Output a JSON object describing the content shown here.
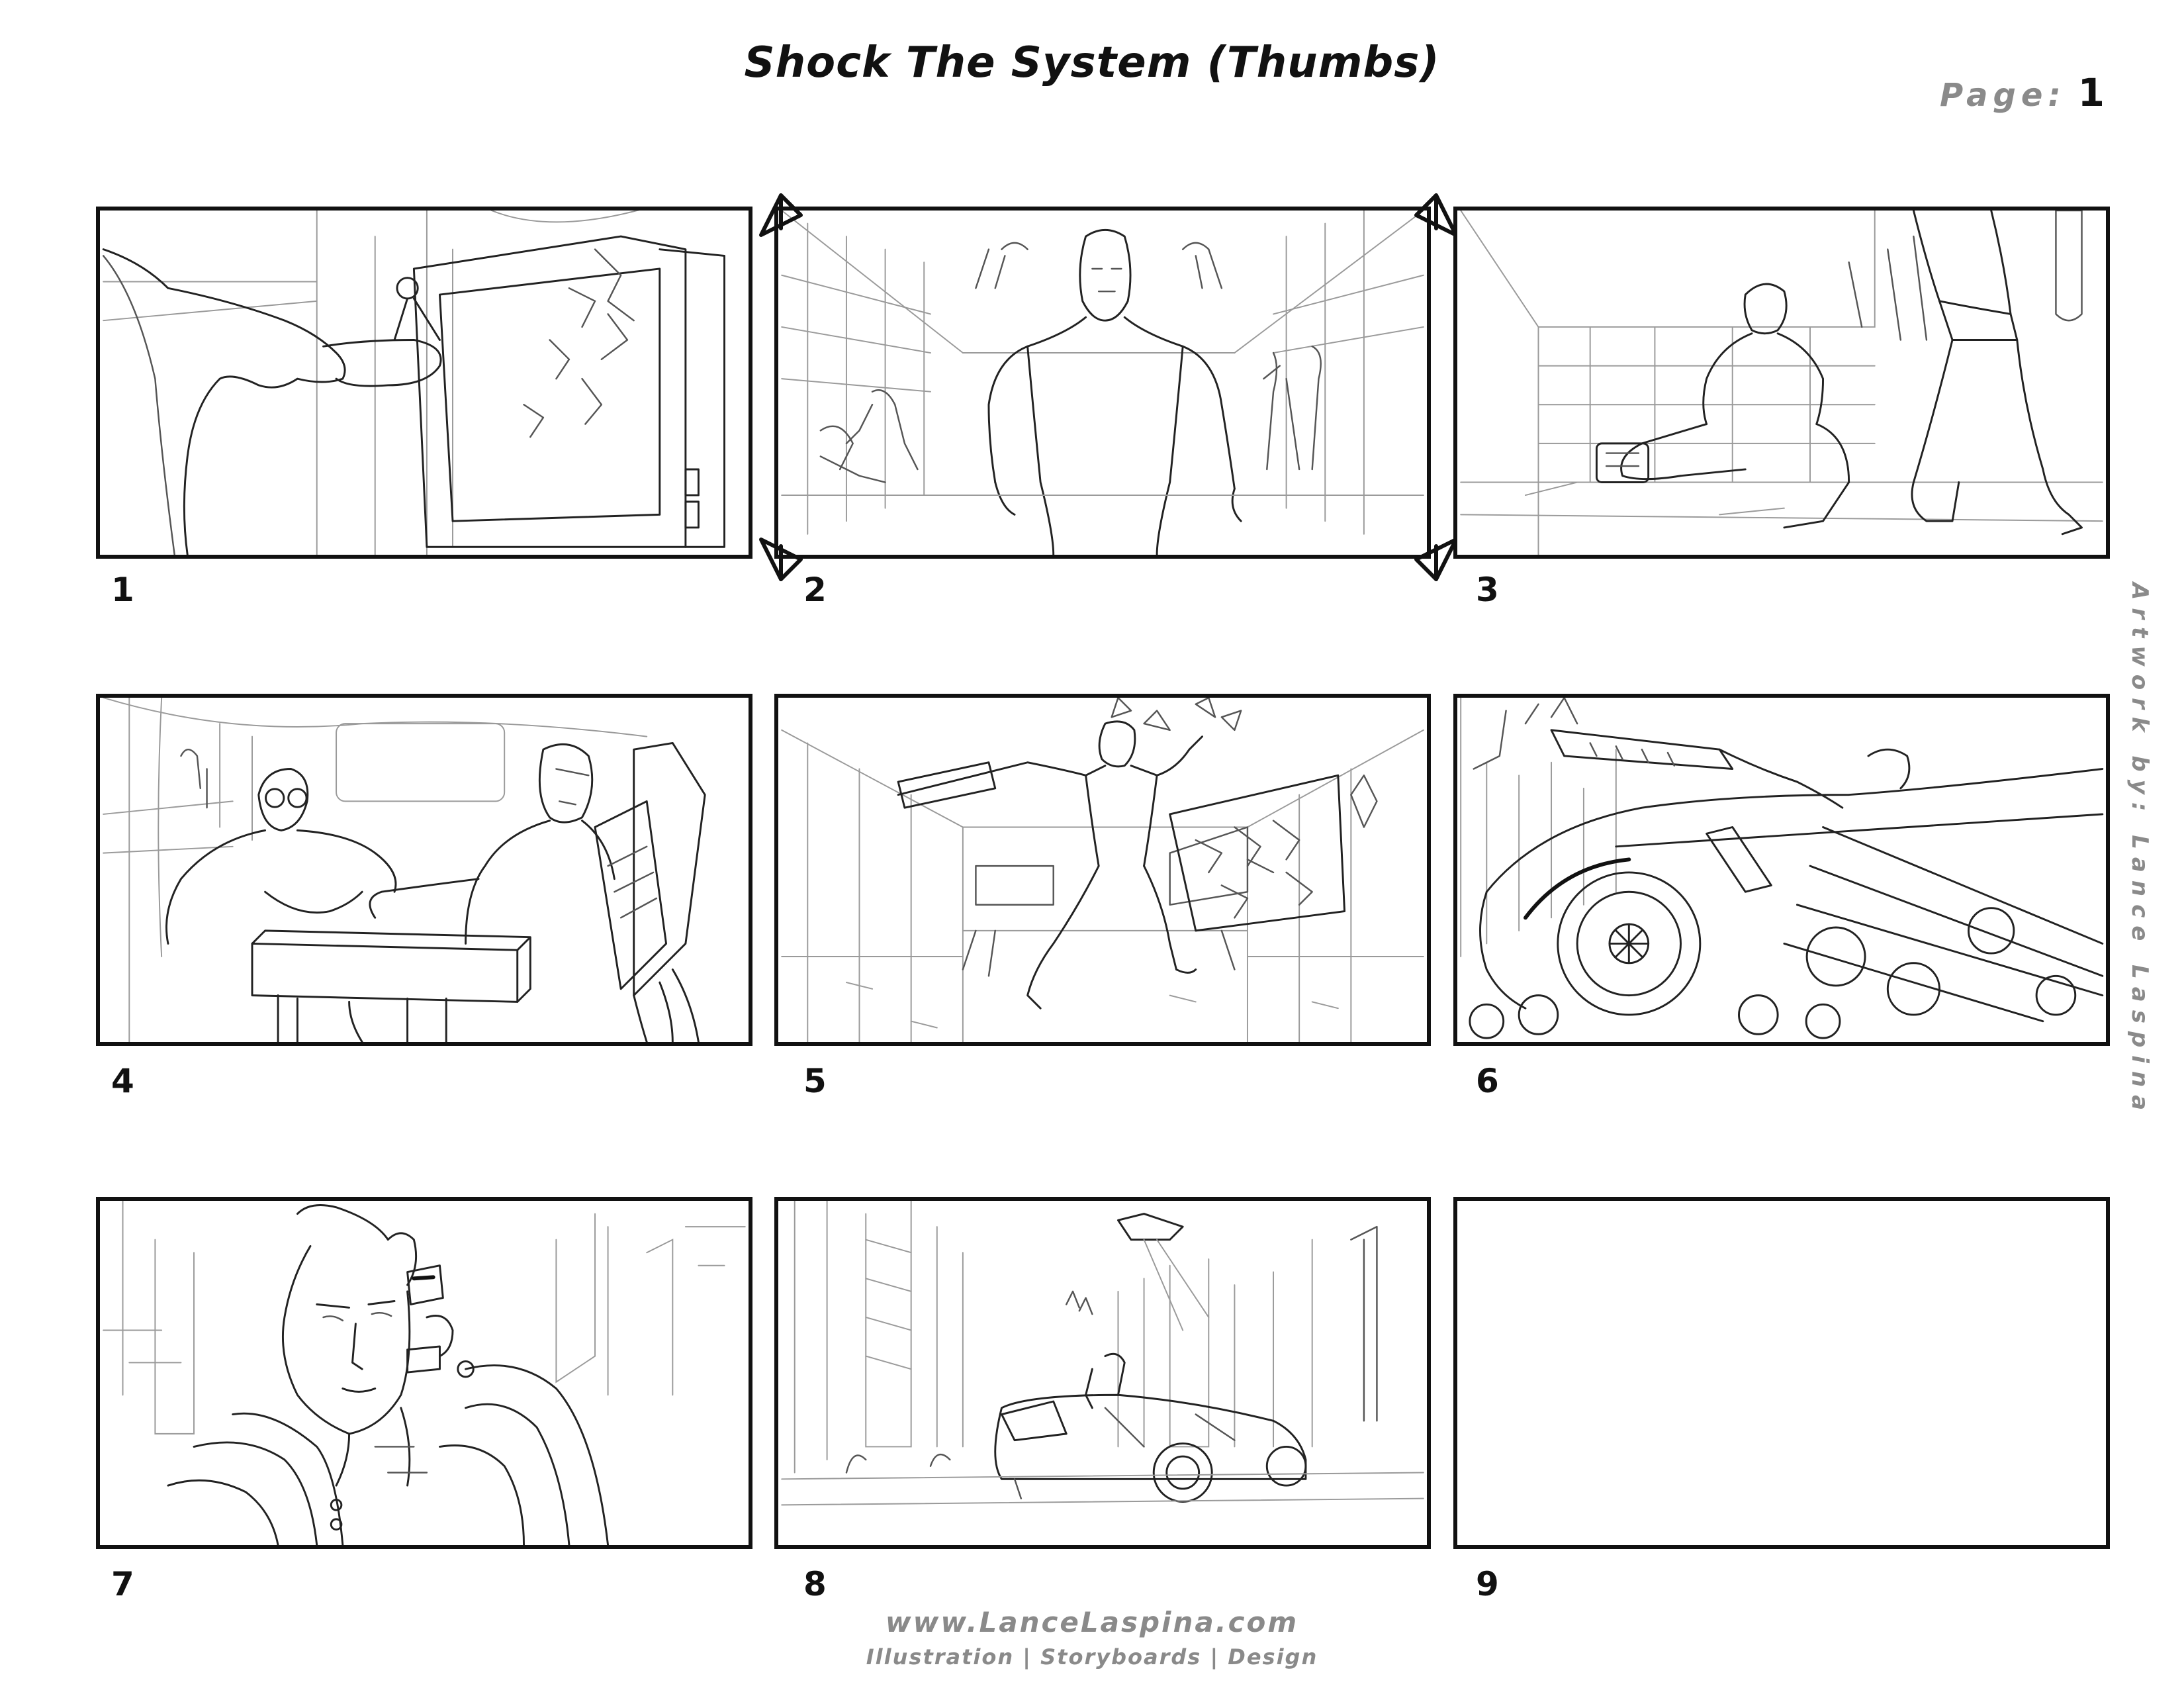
{
  "header": {
    "title": "Shock The System (Thumbs)",
    "page_label": "Page:",
    "page_number": "1"
  },
  "side_credit": "Artwork by: Lance Laspina",
  "panels": [
    {
      "number": "1",
      "content": "sketch",
      "scene": "gloved-hand-smashing-screen"
    },
    {
      "number": "2",
      "content": "sketch",
      "scene": "android-walking-city-street",
      "camera_move": "push-in arrows"
    },
    {
      "number": "3",
      "content": "sketch",
      "scene": "android-sitting-on-ground"
    },
    {
      "number": "4",
      "content": "sketch",
      "scene": "mechanic-working-on-android"
    },
    {
      "number": "5",
      "content": "sketch",
      "scene": "android-crashing-through-window"
    },
    {
      "number": "6",
      "content": "sketch",
      "scene": "gunfire-from-car"
    },
    {
      "number": "7",
      "content": "sketch",
      "scene": "closeup-cyborg-face"
    },
    {
      "number": "8",
      "content": "sketch",
      "scene": "sports-car-in-city"
    },
    {
      "number": "9",
      "content": "empty",
      "scene": ""
    }
  ],
  "footer": {
    "url": "www.LanceLaspina.com",
    "tagline": "Illustration | Storyboards | Design"
  },
  "colors": {
    "ink": "#111111",
    "gray_text": "#8a8a8a",
    "paper": "#ffffff"
  }
}
